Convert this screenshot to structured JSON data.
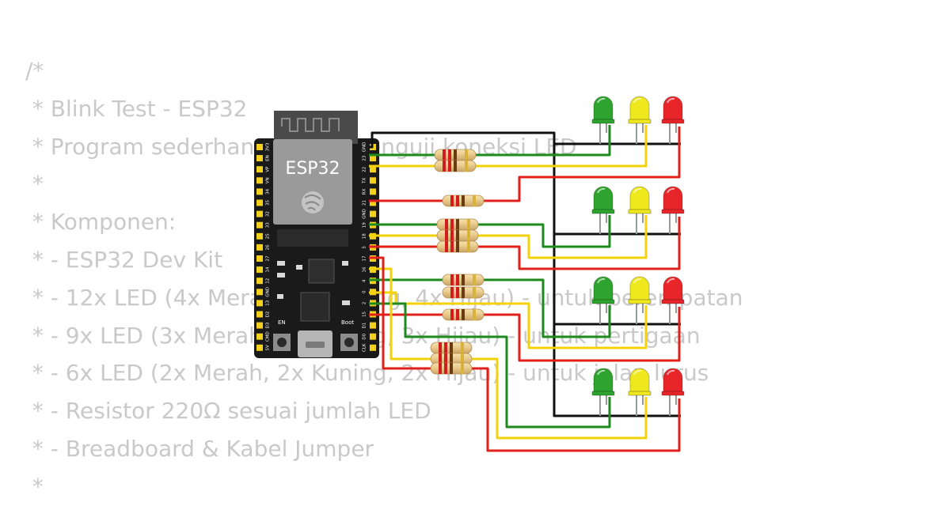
{
  "code_comment": [
    "/*",
    " * Blink Test - ESP32",
    " * Program sederhana untuk menguji koneksi LED",
    " *",
    " * Komponen:",
    " * - ESP32 Dev Kit",
    " * - 12x LED (4x Merah, 4x Kuning, 4x Hijau) - untuk perempatan",
    " * - 9x LED (3x Merah, 3x Kuning, 3x Hijau) - untuk pertigaan",
    " * - 6x LED (2x Merah, 2x Kuning, 2x Hijau) - untuk jalan lurus",
    " * - Resistor 220Ω sesuai jumlah LED",
    " * - Breadboard & Kabel Jumper",
    " *"
  ],
  "board": {
    "chip_label": "ESP32",
    "button_en": "EN",
    "button_boot": "Boot",
    "left_pins": [
      "3V3",
      "EN",
      "VP",
      "VN",
      "34",
      "35",
      "32",
      "33",
      "25",
      "26",
      "27",
      "14",
      "12",
      "GND",
      "13",
      "D2",
      "D3",
      "CMD",
      "5V"
    ],
    "right_pins": [
      "GND",
      "23",
      "22",
      "TX",
      "RX",
      "21",
      "GND",
      "19",
      "18",
      "5",
      "17",
      "16",
      "4",
      "0",
      "2",
      "15",
      "D1",
      "D0",
      "CLK"
    ]
  },
  "colors": {
    "wire_red": "#e0201b",
    "wire_yellow": "#f4d20b",
    "wire_green": "#1e8a1e",
    "wire_black": "#111111",
    "led_red": "#e8262a",
    "led_yellow": "#eee81c",
    "led_green": "#2ea42e",
    "board": "#1a1a1a",
    "pin": "#f2d21e"
  },
  "led_groups": [
    [
      "green",
      "yellow",
      "red"
    ],
    [
      "green",
      "yellow",
      "red"
    ],
    [
      "green",
      "yellow",
      "red"
    ],
    [
      "green",
      "yellow",
      "red"
    ]
  ]
}
